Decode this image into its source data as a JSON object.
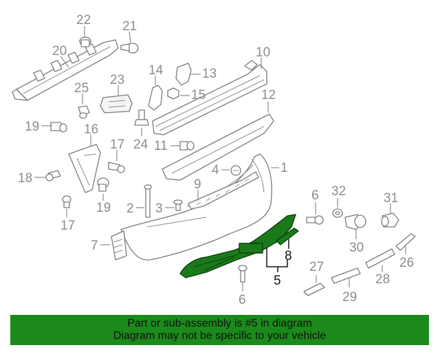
{
  "callouts": {
    "c1": "1",
    "c2": "2",
    "c3": "3",
    "c4": "4",
    "c5": "5",
    "c6a": "6",
    "c6b": "6",
    "c7": "7",
    "c8": "8",
    "c9": "9",
    "c10": "10",
    "c11": "11",
    "c12": "12",
    "c13": "13",
    "c14": "14",
    "c15": "15",
    "c16": "16",
    "c17a": "17",
    "c17b": "17",
    "c18": "18",
    "c19a": "19",
    "c19b": "19",
    "c20": "20",
    "c21": "21",
    "c22": "22",
    "c23": "23",
    "c24": "24",
    "c25": "25",
    "c26": "26",
    "c27": "27",
    "c28": "28",
    "c29": "29",
    "c30": "30",
    "c31": "31",
    "c32": "32"
  },
  "banner": {
    "line1": "Part or sub-assembly is #5 in diagram",
    "line2": "Diagram may not be specific to your vehicle"
  },
  "colors": {
    "highlight": "#1a7a1a",
    "banner_bg": "#1b8a1b",
    "line_art": "#7a7a7a",
    "callout_text": "#8c8c8c"
  }
}
